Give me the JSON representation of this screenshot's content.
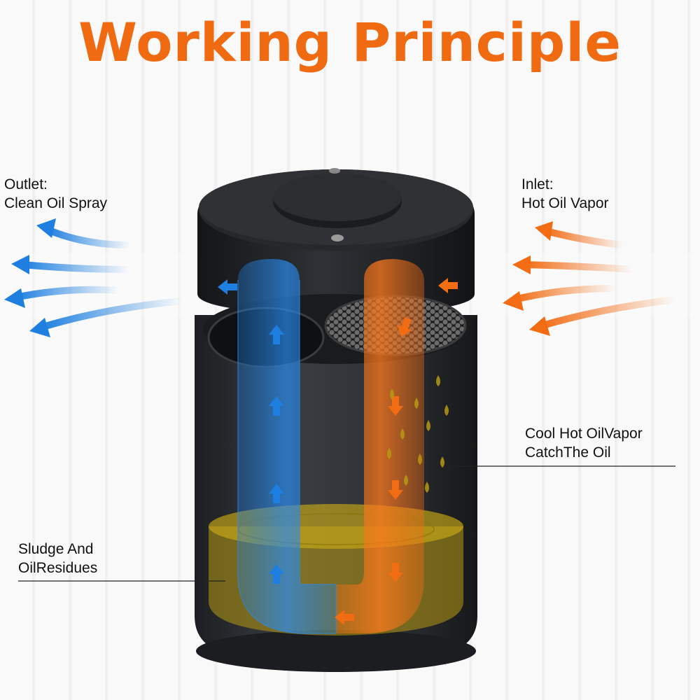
{
  "title": "Working Principle",
  "colors": {
    "title": "#f06a12",
    "clean_flow": "#1e7fe0",
    "hot_flow": "#f26c14",
    "sludge": "#b89a12",
    "canister": "#2a2d31"
  },
  "labels": {
    "outlet": {
      "line1": "Outlet:",
      "line2": "Clean Oil Spray"
    },
    "inlet": {
      "line1": "Inlet:",
      "line2": "Hot Oil Vapor"
    },
    "cooling": {
      "line1": "Cool Hot OilVapor",
      "line2": "CatchThe Oil"
    },
    "sludge": {
      "line1": "Sludge And",
      "line2": "OilResidues"
    }
  },
  "icons": [
    "arrow-left-icon",
    "arrow-up-icon",
    "arrow-down-icon",
    "oil-drop-icon",
    "mesh-filter-icon"
  ]
}
